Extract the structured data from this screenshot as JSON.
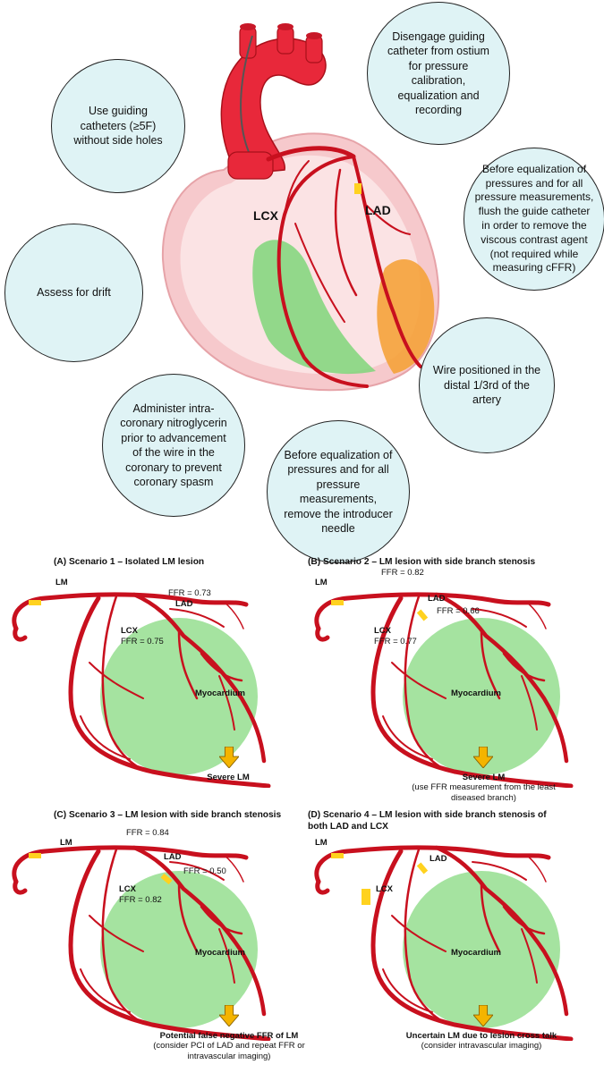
{
  "top": {
    "bubbles": {
      "catheter": "Use guiding catheters (≥5F) without side holes",
      "disengage": "Disengage guiding catheter from ostium for pressure calibration, equalization and recording",
      "flush": "Before equalization of pressures and for all pressure measurements, flush the guide catheter in order to remove the viscous contrast agent (not required while measuring cFFR)",
      "drift": "Assess for drift",
      "wire": "Wire positioned in the distal 1/3rd of the artery",
      "nitro": "Administer intra-coronary nitroglycerin prior to advancement of the wire in the coronary to prevent coronary spasm",
      "needle": "Before equalization of pressures and for all pressure measurements, remove the introducer needle"
    },
    "heart_labels": {
      "lcx": "LCX",
      "lad": "LAD"
    }
  },
  "scenarios": [
    {
      "title": "(A) Scenario 1 – Isolated LM lesion",
      "lm": "LM",
      "lad": "LAD",
      "lcx": "LCX",
      "myocardium": "Myocardium",
      "ffr_lad": "FFR = 0.73",
      "ffr_lcx": "FFR = 0.75",
      "conclusion": "Severe LM",
      "note": ""
    },
    {
      "title": "(B) Scenario 2 – LM lesion with side branch stenosis",
      "lm": "LM",
      "lad": "LAD",
      "lcx": "LCX",
      "myocardium": "Myocardium",
      "ffr_top": "FFR = 0.82",
      "ffr_lad": "FFR = 0.66",
      "ffr_lcx": "FFR = 0.77",
      "conclusion": "Severe LM",
      "note": "(use FFR measurement from the least diseased branch)"
    },
    {
      "title": "(C) Scenario 3 – LM lesion with side branch stenosis",
      "lm": "LM",
      "lad": "LAD",
      "lcx": "LCX",
      "myocardium": "Myocardium",
      "ffr_top": "FFR = 0.84",
      "ffr_lad": "FFR = 0.50",
      "ffr_lcx": "FFR = 0.82",
      "conclusion": "Potential false negative FFR of LM",
      "note": "(consider PCI of LAD and repeat FFR or intravascular imaging)"
    },
    {
      "title": "(D) Scenario 4 – LM lesion with side branch stenosis of both LAD and LCX",
      "lm": "LM",
      "lad": "LAD",
      "lcx": "LCX",
      "myocardium": "Myocardium",
      "conclusion": "Uncertain LM due to lesion cross talk",
      "note": "(consider intravascular imaging)"
    }
  ],
  "colors": {
    "vessel": "#d0141c",
    "myocardium": "#9ee09a",
    "bubble": "#dff3f5",
    "arrow": "#f4b400"
  }
}
